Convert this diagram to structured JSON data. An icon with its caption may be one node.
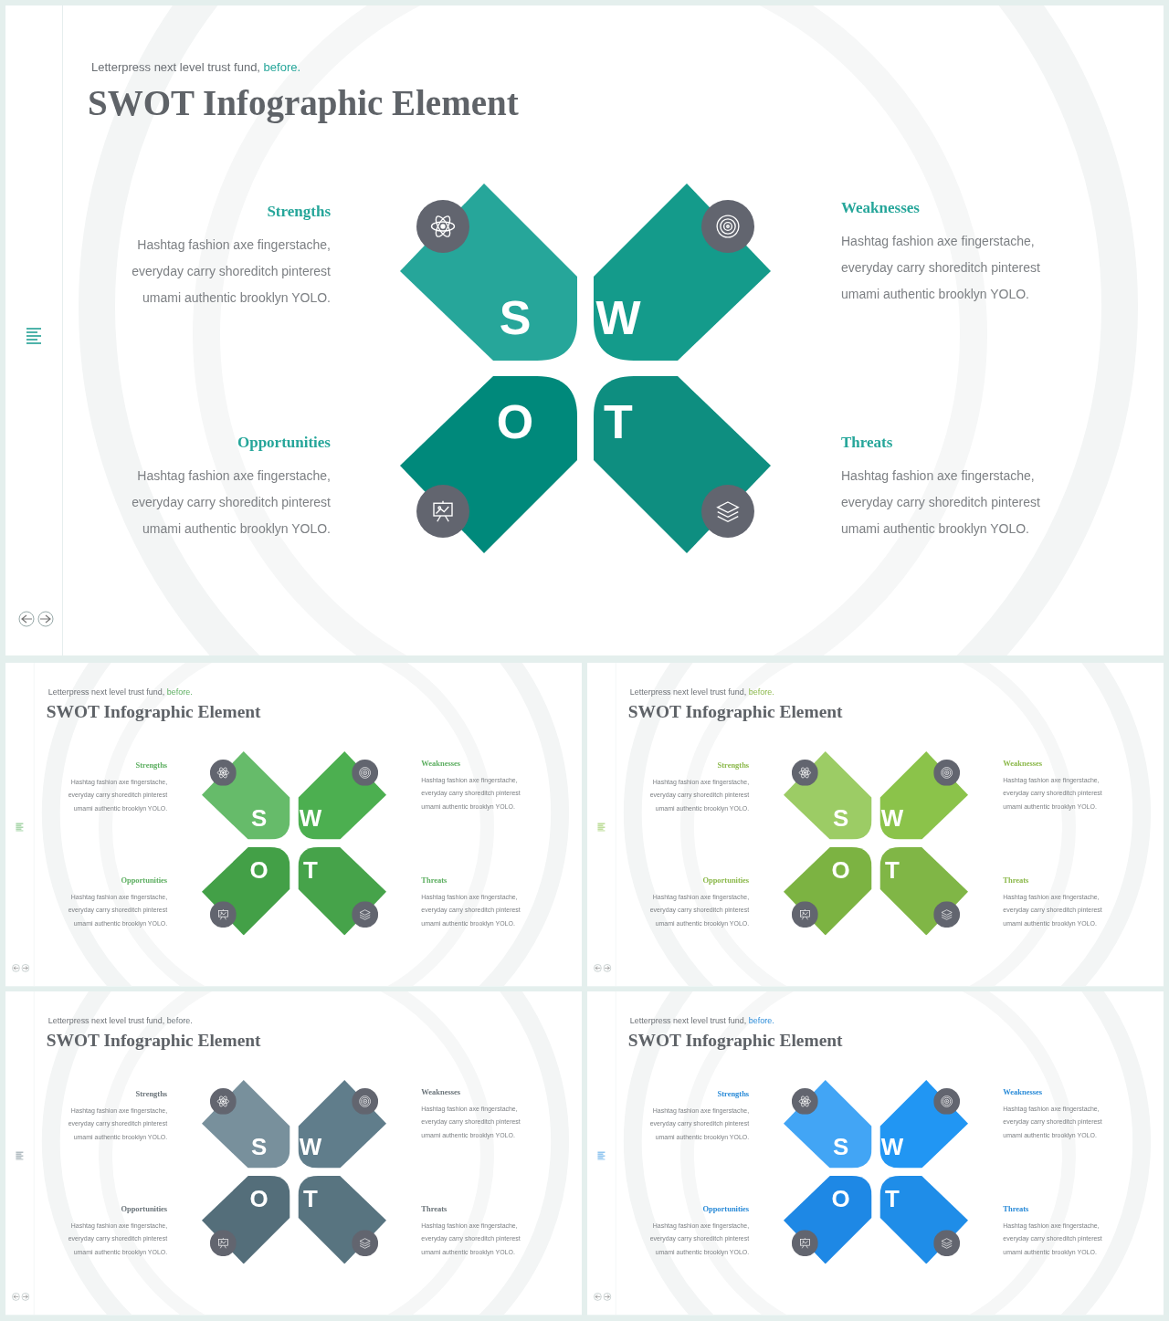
{
  "diagram": {
    "nodes": [
      {
        "text": [
          "Letterpress next level trust fund,",
          "before.",
          "SWOT Infographic Element"
        ]
      },
      {
        "text": [
          "S"
        ],
        "in": 0
      },
      {
        "text": [
          "W"
        ],
        "in": 0
      },
      {
        "text": [
          "O"
        ],
        "in": 0
      },
      {
        "text": [
          "T"
        ],
        "in": 0
      },
      {
        "text": [
          "Letterpress next level trust fund,",
          "before.",
          "SWOT Infographic Element"
        ]
      },
      {
        "text": [
          "S"
        ],
        "in": 5
      },
      {
        "text": [
          "W"
        ],
        "in": 5
      },
      {
        "text": [
          "O"
        ],
        "in": 5
      },
      {
        "text": [
          "T"
        ],
        "in": 5
      },
      {
        "text": [
          "Letterpress next level trust fund,",
          "before.",
          "SWOT Infographic Element"
        ]
      },
      {
        "text": [
          "S"
        ],
        "in": 10
      },
      {
        "text": [
          "W"
        ],
        "in": 10
      },
      {
        "text": [
          "O"
        ],
        "in": 10
      },
      {
        "text": [
          "T"
        ],
        "in": 10
      },
      {
        "text": [
          "Letterpress next level trust fund,",
          "before.",
          "SWOT Infographic Element"
        ]
      },
      {
        "text": [
          "S"
        ],
        "in": 15
      },
      {
        "text": [
          "W"
        ],
        "in": 15
      },
      {
        "text": [
          "O"
        ],
        "in": 15
      },
      {
        "text": [
          "T"
        ],
        "in": 15
      },
      {
        "text": [
          "Letterpress next level trust fund,",
          "before.",
          "SWOT Infographic Element"
        ]
      },
      {
        "text": [
          "S"
        ],
        "in": 20
      },
      {
        "text": [
          "W"
        ],
        "in": 20
      },
      {
        "text": [
          "O"
        ],
        "in": 20
      },
      {
        "text": [
          "T"
        ],
        "in": 20
      }
    ],
    "labels": [
      "Strengths",
      "Hashtag fashion axe fingerstache, everyday carry shoreditch pinterest umami authentic brooklyn YOLO.",
      "Weaknesses",
      "Hashtag fashion axe fingerstache, everyday carry shoreditch pinterest umami authentic brooklyn YOLO.",
      "Opportunities",
      "Hashtag fashion axe fingerstache, everyday carry shoreditch pinterest umami authentic brooklyn YOLO.",
      "Threats",
      "Hashtag fashion axe fingerstache, everyday carry shoreditch pinterest umami authentic brooklyn YOLO.",
      "Strengths",
      "Hashtag fashion axe fingerstache, everyday carry shoreditch pinterest umami authentic brooklyn YOLO.",
      "Weaknesses",
      "Hashtag fashion axe fingerstache, everyday carry shoreditch pinterest umami authentic brooklyn YOLO.",
      "Opportunities",
      "Hashtag fashion axe fingerstache, everyday carry shoreditch pinterest umami authentic brooklyn YOLO.",
      "Threats",
      "Hashtag fashion axe fingerstache, everyday carry shoreditch pinterest umami authentic brooklyn YOLO.",
      "Strengths",
      "Hashtag fashion axe fingerstache, everyday carry shoreditch pinterest umami authentic brooklyn YOLO.",
      "Weaknesses",
      "Hashtag fashion axe fingerstache, everyday carry shoreditch pinterest umami authentic brooklyn YOLO.",
      "Opportunities",
      "Hashtag fashion axe fingerstache, everyday carry shoreditch pinterest umami authentic brooklyn YOLO.",
      "Threats",
      "Hashtag fashion axe fingerstache, everyday carry shoreditch pinterest umami authentic brooklyn YOLO.",
      "Strengths",
      "Hashtag fashion axe fingerstache, everyday carry shoreditch pinterest umami authentic brooklyn YOLO.",
      "Weaknesses",
      "Hashtag fashion axe fingerstache, everyday carry shoreditch pinterest umami authentic brooklyn YOLO.",
      "Opportunities",
      "Hashtag fashion axe fingerstache, everyday carry shoreditch pinterest umami authentic brooklyn YOLO.",
      "Threats",
      "Hashtag fashion axe fingerstache, everyday carry shoreditch pinterest umami authentic brooklyn YOLO.",
      "Strengths",
      "Hashtag fashion axe fingerstache, everyday carry shoreditch pinterest umami authentic brooklyn YOLO.",
      "Weaknesses",
      "Hashtag fashion axe fingerstache, everyday carry shoreditch pinterest umami authentic brooklyn YOLO.",
      "Opportunities",
      "Hashtag fashion axe fingerstache, everyday carry shoreditch pinterest umami authentic brooklyn YOLO.",
      "Threats",
      "Hashtag fashion axe fingerstache, everyday carry shoreditch pinterest umami authentic brooklyn YOLO."
    ]
  }
}
